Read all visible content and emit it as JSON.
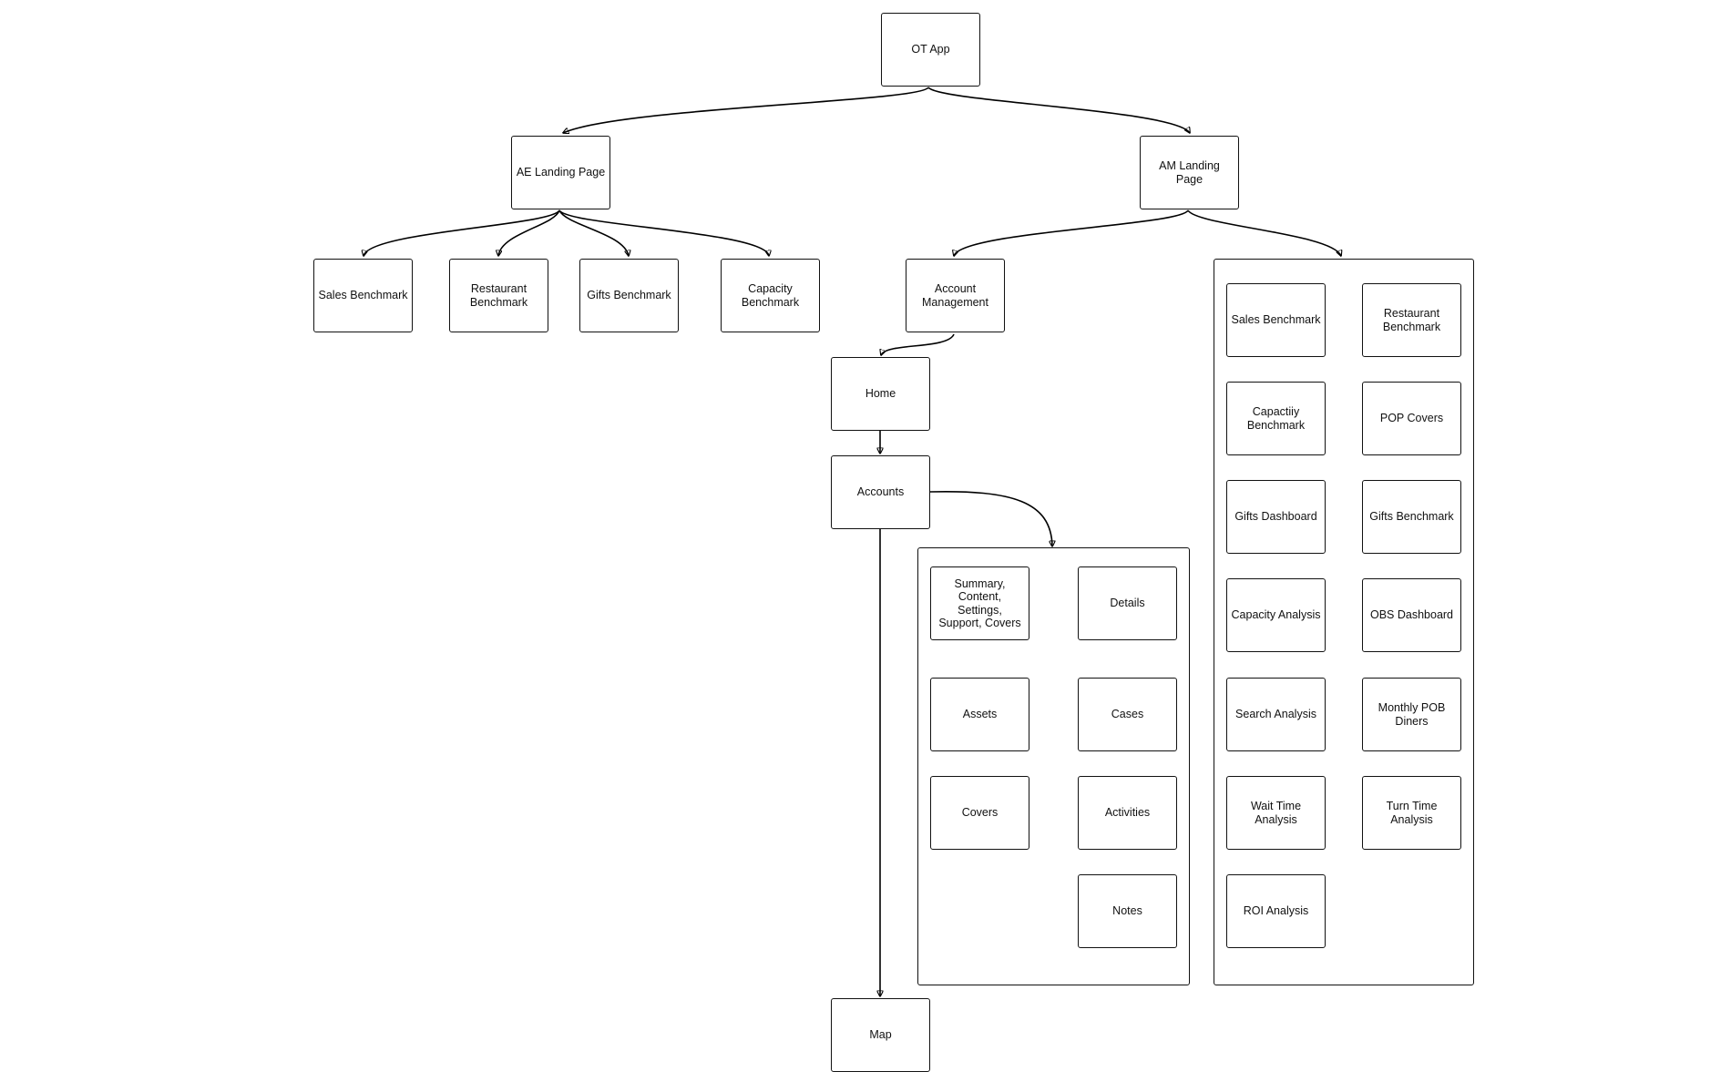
{
  "diagram": {
    "nodes": {
      "ot_app": "OT App",
      "ae_landing": "AE Landing Page",
      "am_landing": "AM Landing Page",
      "ae_sales_benchmark": "Sales Benchmark",
      "ae_restaurant_benchmark": "Restaurant\nBenchmark",
      "ae_gifts_benchmark": "Gifts Benchmark",
      "ae_capacity_benchmark": "Capacity\nBenchmark",
      "account_management": "Account\nManagement",
      "home": "Home",
      "accounts": "Accounts",
      "map": "Map",
      "summary": "Summary,\nContent, Settings,\nSupport, Covers",
      "details": "Details",
      "assets": "Assets",
      "cases": "Cases",
      "covers": "Covers",
      "activities": "Activities",
      "notes": "Notes",
      "am_sales_benchmark": "Sales Benchmark",
      "am_restaurant_benchmark": "Restaurant\nBenchmark",
      "capacity_benchmark": "Capactiiy\nBenchmark",
      "pop_covers": "POP Covers",
      "gifts_dashboard": "Gifts Dashboard",
      "am_gifts_benchmark": "Gifts Benchmark",
      "capacity_analysis": "Capacity Analysis",
      "obs_dashboard": "OBS Dashboard",
      "search_analysis": "Search Analysis",
      "monthly_pob_diners": "Monthly POB\nDiners",
      "wait_time_analysis": "Wait Time\nAnalysis",
      "turn_time_analysis": "Turn Time\nAnalysis",
      "roi_analysis": "ROI Analysis"
    },
    "groups": [
      "account_details_group",
      "am_dashboards_group"
    ],
    "edges": [
      {
        "from": "ot_app",
        "to": "ae_landing"
      },
      {
        "from": "ot_app",
        "to": "am_landing"
      },
      {
        "from": "ae_landing",
        "to": "ae_sales_benchmark"
      },
      {
        "from": "ae_landing",
        "to": "ae_restaurant_benchmark"
      },
      {
        "from": "ae_landing",
        "to": "ae_gifts_benchmark"
      },
      {
        "from": "ae_landing",
        "to": "ae_capacity_benchmark"
      },
      {
        "from": "am_landing",
        "to": "account_management"
      },
      {
        "from": "am_landing",
        "to": "am_dashboards_group"
      },
      {
        "from": "account_management",
        "to": "home"
      },
      {
        "from": "home",
        "to": "accounts"
      },
      {
        "from": "accounts",
        "to": "account_details_group"
      },
      {
        "from": "accounts",
        "to": "map"
      }
    ],
    "colors": {
      "stroke": "#111111",
      "fill": "#ffffff",
      "background": "#ffffff"
    }
  }
}
